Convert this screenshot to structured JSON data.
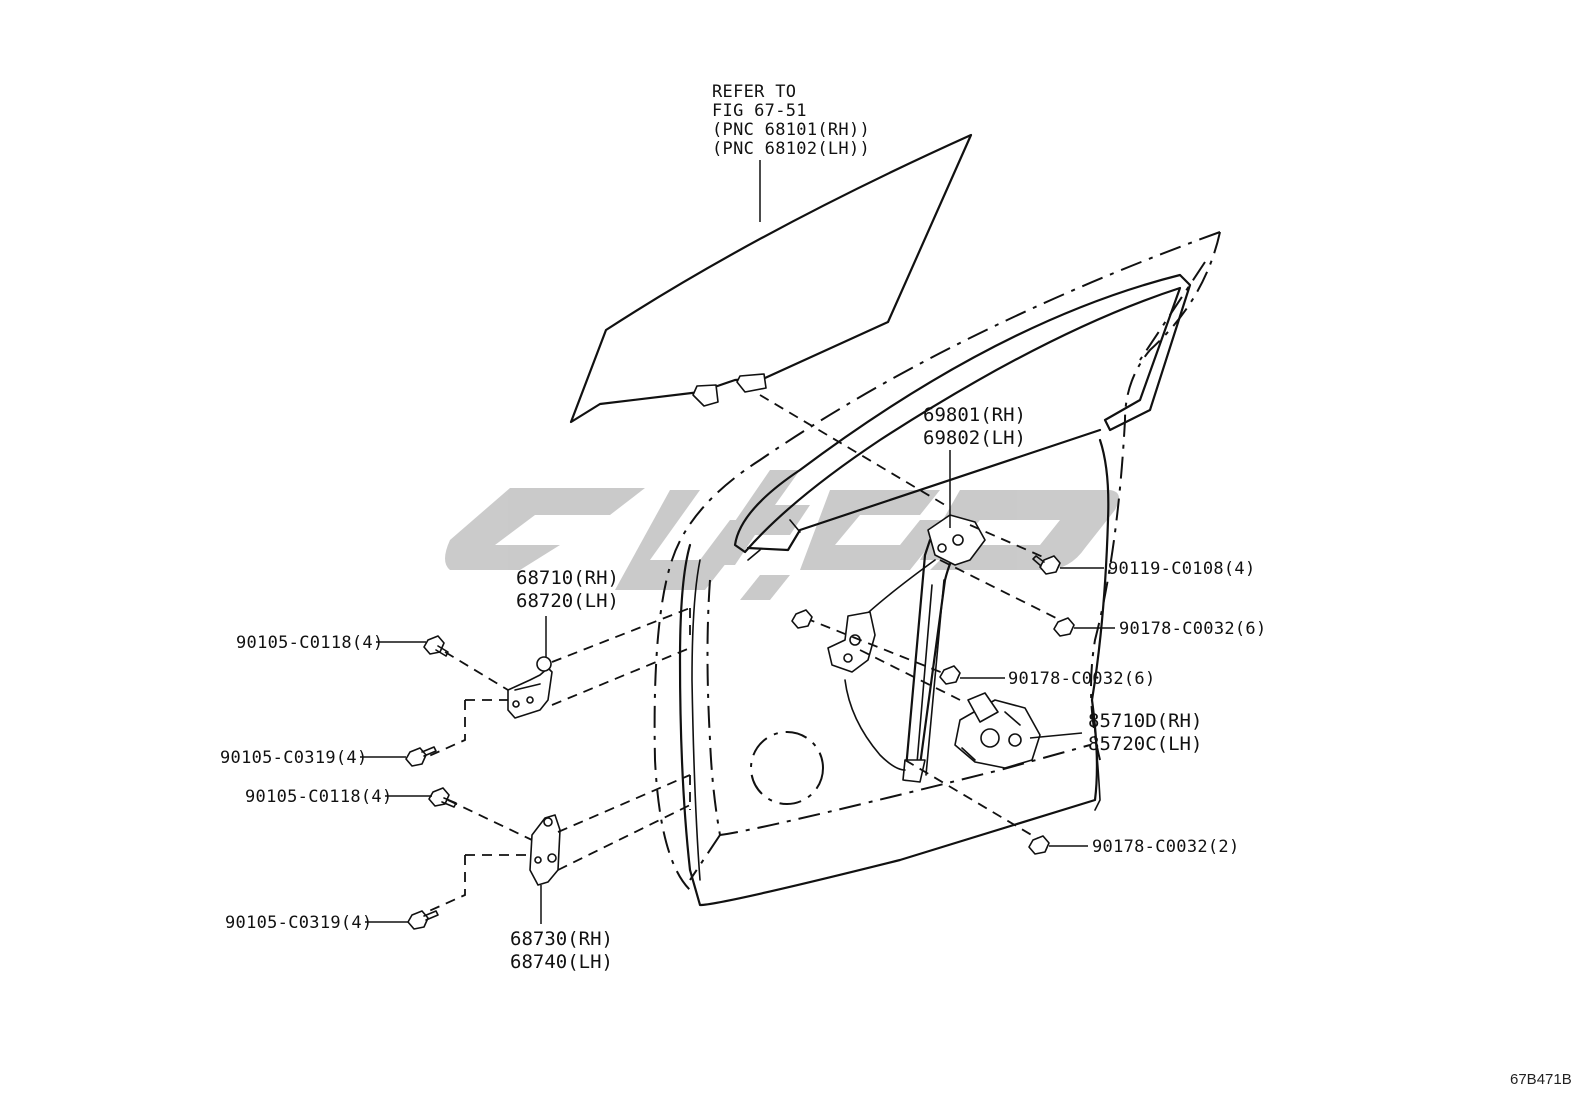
{
  "diagram": {
    "glass_note": [
      "REFER TO",
      "FIG 67-51",
      "(PNC 68101(RH))",
      "(PNC 68102(LH))"
    ],
    "parts": {
      "regulator": [
        "69801(RH)",
        "69802(LH)"
      ],
      "upper_hinge": [
        "68710(RH)",
        "68720(LH)"
      ],
      "lower_hinge": [
        "68730(RH)",
        "68740(LH)"
      ],
      "motor": [
        "85710D(RH)",
        "85720C(LH)"
      ]
    },
    "fasteners": {
      "bolt_regulator": "90119-C0108(4)",
      "nut_right_upper": "90178-C0032(6)",
      "nut_center": "90178-C0032(6)",
      "nut_lower": "90178-C0032(2)",
      "bolt_upper_hinge_top": "90105-C0118(4)",
      "bolt_upper_hinge_bottom": "90105-C0319(4)",
      "bolt_lower_hinge_top": "90105-C0118(4)",
      "bolt_lower_hinge_bottom": "90105-C0319(4)"
    },
    "figure_code": "67B471B",
    "colors": {
      "line": "#111111",
      "watermark": "#c8c8c8",
      "background": "#ffffff"
    }
  }
}
